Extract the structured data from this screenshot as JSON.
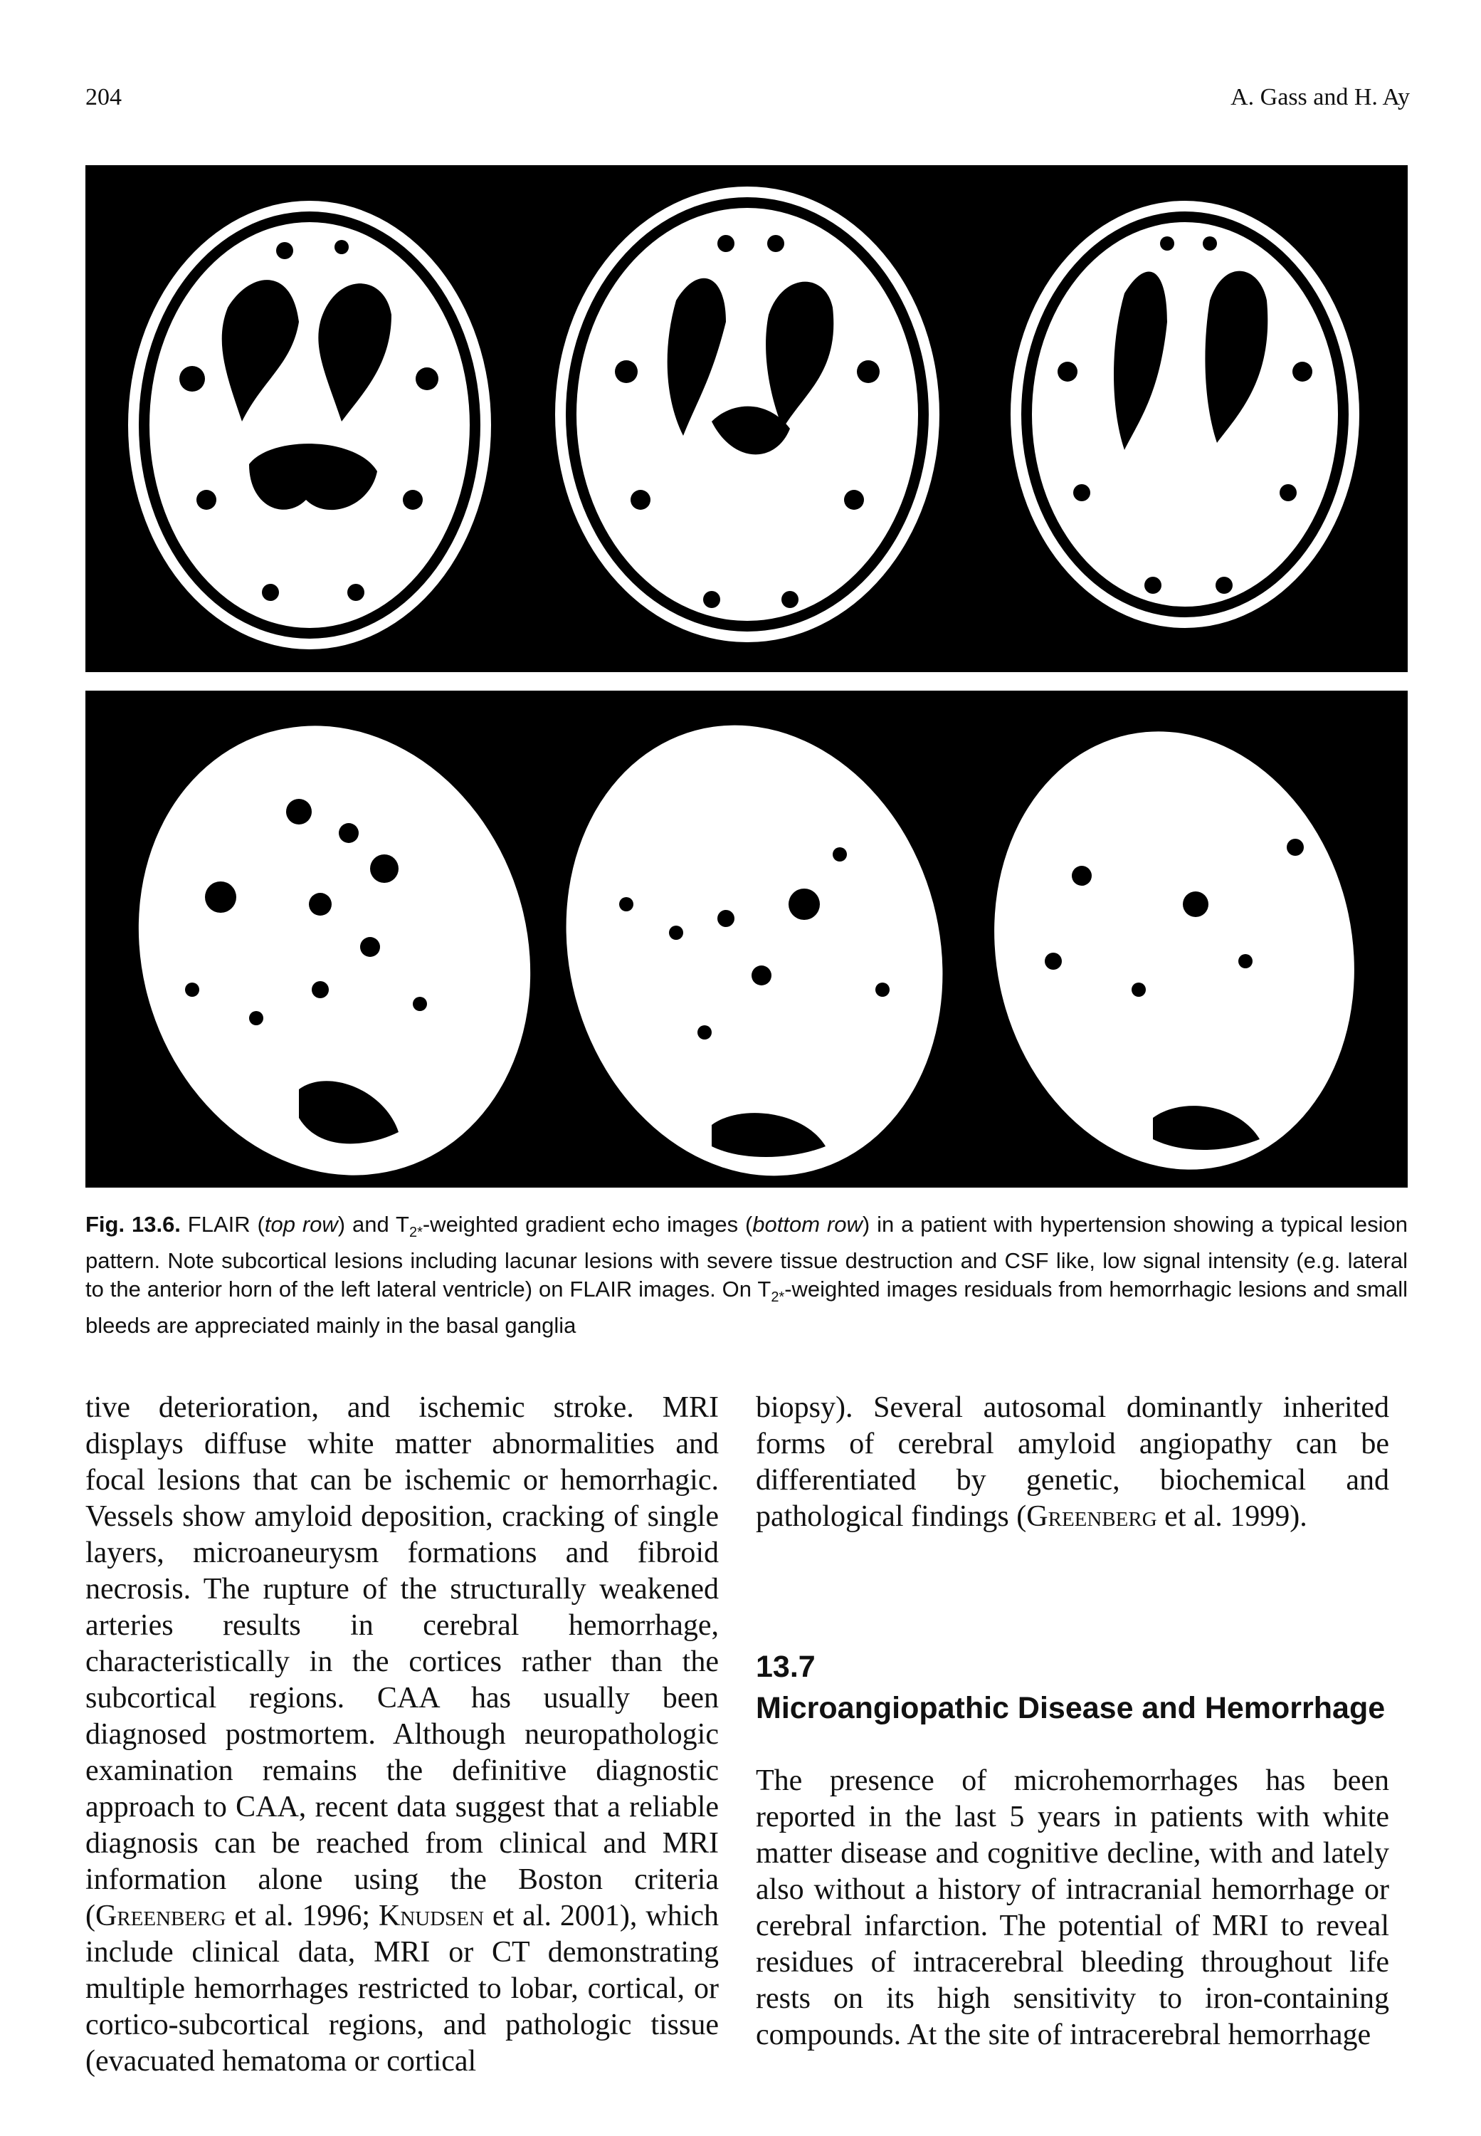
{
  "header": {
    "page_number": "204",
    "running_head": "A. Gass and H. Ay"
  },
  "figure": {
    "label": "Fig. 13.6.",
    "caption_pre1": "FLAIR (",
    "caption_em1": "top row",
    "caption_mid1": ") and T",
    "caption_sub1": "2*",
    "caption_mid2": "-weighted gradient echo images (",
    "caption_em2": "bottom row",
    "caption_mid3": ") in a patient with hypertension showing a typical lesion pattern. Note subcortical lesions including lacunar lesions with severe tissue destruction and CSF like, low signal intensity (e.g. lateral to the anterior horn of the left lateral ventricle) on FLAIR images. On T",
    "caption_sub2": "2*",
    "caption_end": "-weighted images residuals from hemorrhagic lesions and small bleeds are appreciated mainly in the basal ganglia"
  },
  "left_column": {
    "p1_a": "tive deterioration, and ischemic stroke. MRI displays diffuse white matter abnormalities and focal lesions that can be ischemic or hemorrhagic. Vessels show amyloid deposition, cracking of single layers, microaneurysm formations and fibroid necrosis. The rupture of the structurally weakened arteries results in cerebral hemorrhage, characteristically in the cortices rather than the subcortical regions. CAA has usually been diagnosed postmortem. Although neuropathologic examination remains the definitive diagnostic approach to CAA, recent data suggest that a reliable diagnosis can be reached from clinical and MRI information alone using the Boston criteria (",
    "ref1_name": "Greenberg",
    "ref1_rest": " et al. 1996; ",
    "ref2_name": "Knudsen",
    "p1_b": " et al. 2001), which include clinical data, MRI or CT demonstrating multiple hemorrhages restricted to lobar, cortical, or cortico-subcortical regions, and pathologic tissue (evacuated hematoma or cortical"
  },
  "right_column": {
    "p1_a": "biopsy). Several autosomal dominantly inherited forms of cerebral amyloid angiopathy can be differentiated by genetic, biochemical and pathological findings (",
    "ref3_name": "Greenberg",
    "p1_b": " et al. 1999).",
    "section_number": "13.7",
    "section_title": "Microangiopathic Disease and Hemorrhage",
    "p2": "The presence of microhemorrhages has been reported in the last 5 years in patients with white matter disease and cognitive decline, with and lately also without a history of intracranial hemorrhage or cerebral infarction. The potential of MRI to reveal residues of intracerebral bleeding throughout life rests on its high sensitivity to iron-containing compounds. At the site of intracerebral hemorrhage"
  },
  "colors": {
    "image_background": "#000000",
    "tissue": "#ffffff"
  }
}
